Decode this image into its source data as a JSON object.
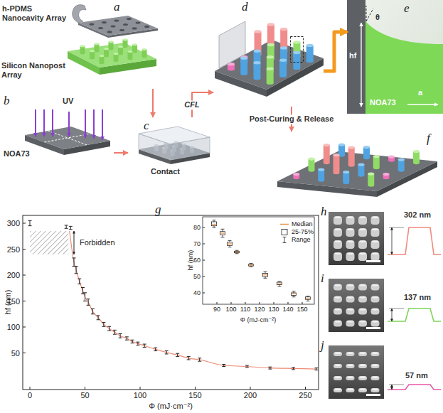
{
  "diagram": {
    "nodes": [
      {
        "text": [
          "a",
          "h-PDMS Nanocavity Array",
          "Silicon Nanopost Array"
        ]
      },
      {
        "text": [
          "b",
          "UV",
          "NOA73"
        ]
      },
      {
        "text": [
          "c",
          "Contact"
        ]
      },
      {
        "text": [
          "d"
        ]
      },
      {
        "text": [
          "e",
          "hf",
          "θ",
          "NOA73",
          "a"
        ]
      },
      {
        "text": [
          "f"
        ]
      },
      {
        "text": [
          "g"
        ]
      },
      {
        "text": [
          "h",
          "302 nm"
        ]
      },
      {
        "text": [
          "i",
          "137 nm"
        ]
      },
      {
        "text": [
          "j",
          "57 nm"
        ]
      }
    ],
    "edges": [
      {
        "from": 0,
        "to": 2,
        "arrow": "to"
      },
      {
        "from": 1,
        "to": 2,
        "arrow": "to"
      },
      {
        "from": 2,
        "to": 3,
        "label": "CFL",
        "arrow": "to"
      },
      {
        "from": 3,
        "to": 5,
        "label": "Post-Curing & Release",
        "arrow": "to"
      },
      {
        "from": 3,
        "to": 4,
        "arrow": "to"
      }
    ],
    "labels": [
      "300",
      "250",
      "200",
      "150",
      "100",
      "50",
      "0",
      "50",
      "100",
      "150",
      "200",
      "250",
      "hf (nm)",
      "Φ (mJ·cm⁻²)",
      "Forbidden",
      "80",
      "70",
      "60",
      "50",
      "40",
      "90",
      "100",
      "110",
      "120",
      "130",
      "140",
      "150",
      "hf (nm)",
      "Φ (mJ·cm⁻²)"
    ],
    "legend": [
      {
        "text": "Median"
      },
      {
        "text": "25-75%"
      },
      {
        "text": "Range"
      }
    ]
  }
}
